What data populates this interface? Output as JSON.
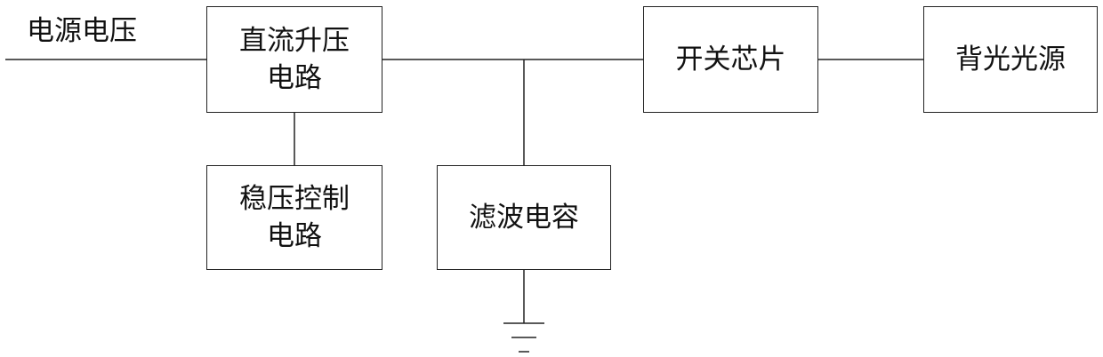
{
  "input_label": "电源电压",
  "blocks": {
    "boost": "直流升压\n电路",
    "regulator": "稳压控制\n电路",
    "capacitor": "滤波电容",
    "switch": "开关芯片",
    "backlight": "背光光源"
  },
  "colors": {
    "line": "#222222",
    "background": "#ffffff"
  }
}
